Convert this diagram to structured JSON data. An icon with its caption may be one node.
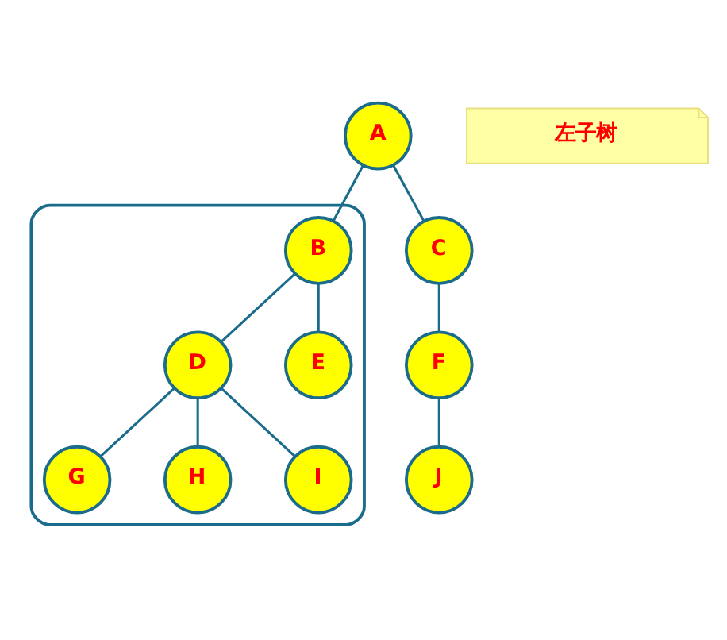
{
  "diagram": {
    "nodes": [
      {
        "text": [
          "A"
        ]
      },
      {
        "text": [],
        "shape": "box"
      },
      {
        "text": [
          "B"
        ],
        "in": 1
      },
      {
        "text": [
          "C"
        ]
      },
      {
        "text": [
          "D"
        ],
        "in": 1
      },
      {
        "text": [
          "E"
        ],
        "in": 1
      },
      {
        "text": [
          "F"
        ]
      },
      {
        "text": [
          "G"
        ],
        "in": 1
      },
      {
        "text": [
          "H"
        ],
        "in": 1
      },
      {
        "text": [
          "I"
        ],
        "in": 1
      },
      {
        "text": [
          "J"
        ]
      },
      {
        "text": [
          "左子树"
        ]
      }
    ],
    "edges": [
      {
        "from": 0,
        "to": 2,
        "arrow": "none"
      },
      {
        "from": 0,
        "to": 3,
        "arrow": "none"
      },
      {
        "from": 2,
        "to": 4,
        "arrow": "none"
      },
      {
        "from": 2,
        "to": 5,
        "arrow": "none"
      },
      {
        "from": 3,
        "to": 6,
        "arrow": "none"
      },
      {
        "from": 4,
        "to": 7,
        "arrow": "none"
      },
      {
        "from": 4,
        "to": 8,
        "arrow": "none"
      },
      {
        "from": 4,
        "to": 9,
        "arrow": "none"
      },
      {
        "from": 6,
        "to": 10,
        "arrow": "none"
      }
    ]
  }
}
